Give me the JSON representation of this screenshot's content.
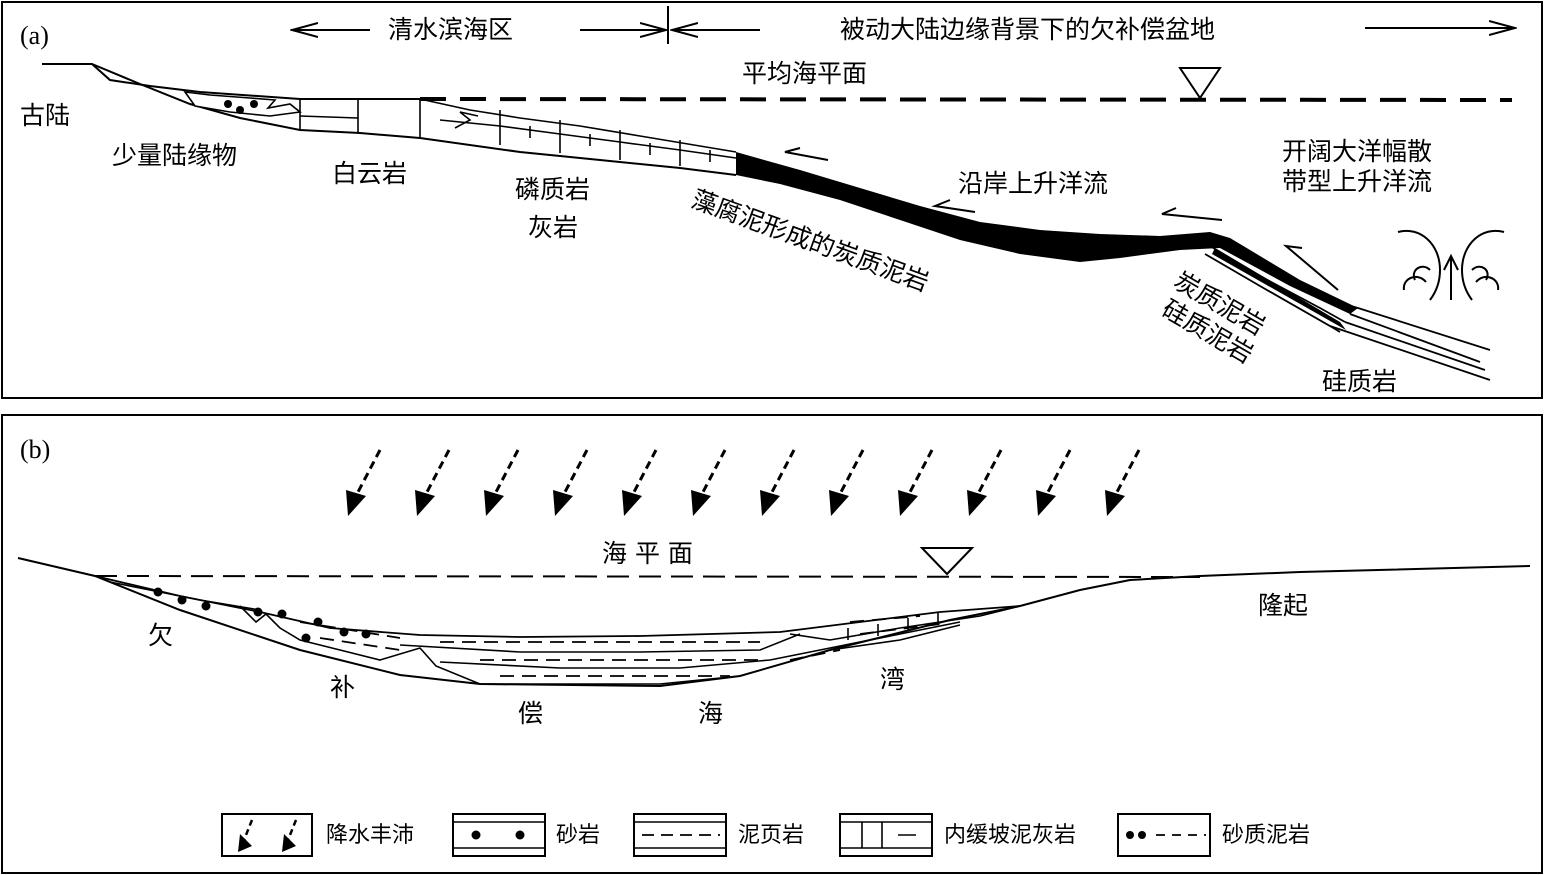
{
  "panel_a": {
    "label": "(a)",
    "header_left": "清水滨海区",
    "header_right": "被动大陆边缘背景下的欠补偿盆地",
    "mean_sea_level": "平均海平面",
    "ancient_land": "古陆",
    "minor_terrigenous": "少量陆缘物",
    "dolomite": "白云岩",
    "phosphorite": "磷质岩",
    "limestone": "灰岩",
    "sapropel_mudstone": "藻腐泥形成的炭质泥岩",
    "coastal_upwelling": "沿岸上升洋流",
    "open_ocean_upwelling_1": "开阔大洋幅散",
    "open_ocean_upwelling_2": "带型上升洋流",
    "carbonaceous_mudstone": "炭质泥岩",
    "siliceous_mudstone": "硅质泥岩",
    "siliceous_rock": "硅质岩"
  },
  "panel_b": {
    "label": "(b)",
    "sea_level": "海 平 面",
    "uplift": "隆起",
    "basin_chars": [
      "欠",
      "补",
      "偿",
      "海",
      "湾"
    ]
  },
  "legend": [
    {
      "id": "precipitation",
      "label": "降水丰沛"
    },
    {
      "id": "sandstone",
      "label": "砂岩"
    },
    {
      "id": "mud_shale",
      "label": "泥页岩"
    },
    {
      "id": "inner_ramp_lime_mudstone",
      "label": "内缓坡泥灰岩"
    },
    {
      "id": "sandy_mudstone",
      "label": "砂质泥岩"
    }
  ]
}
